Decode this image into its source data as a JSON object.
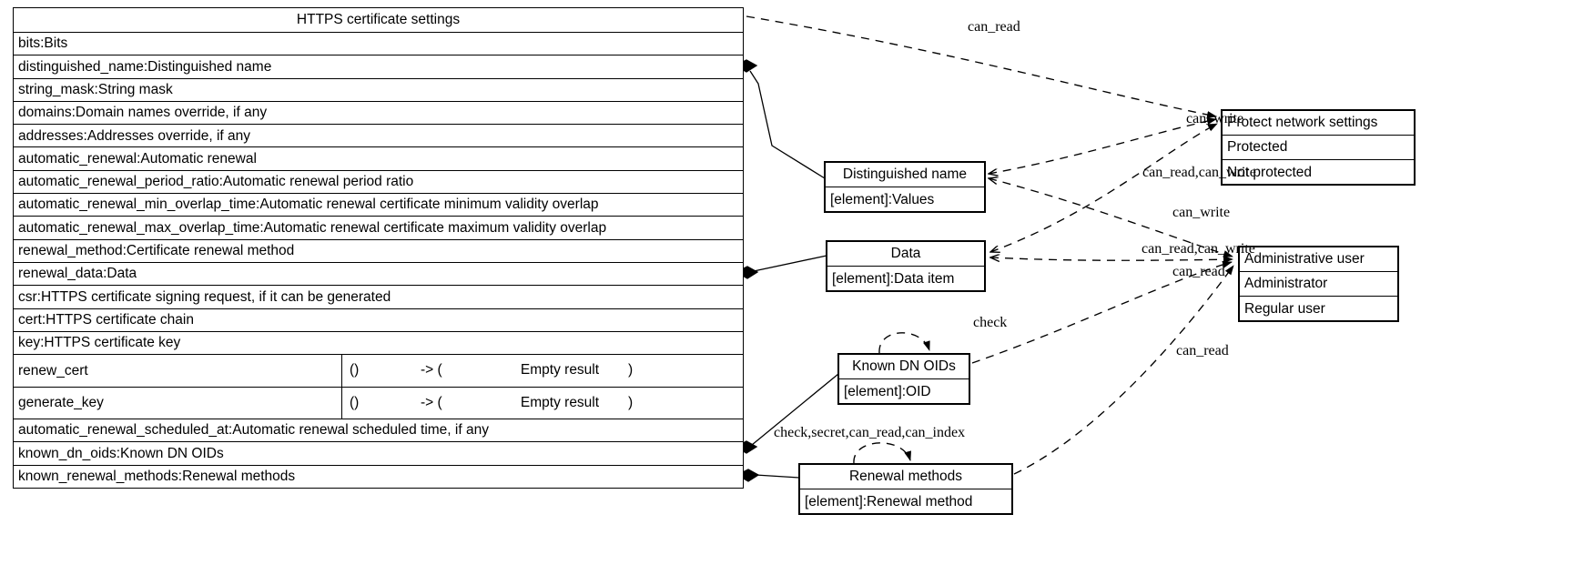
{
  "diagram": {
    "title_class": "HTTPS certificate settings",
    "main_class": {
      "name": "HTTPS certificate settings",
      "attributes": [
        "bits:Bits",
        "distinguished_name:Distinguished name",
        "string_mask:String mask",
        "domains:Domain names override, if any",
        "addresses:Addresses override, if any",
        "automatic_renewal:Automatic renewal",
        "automatic_renewal_period_ratio:Automatic renewal period ratio",
        "automatic_renewal_min_overlap_time:Automatic renewal certificate minimum validity overlap",
        "automatic_renewal_max_overlap_time:Automatic renewal certificate maximum validity overlap",
        "renewal_method:Certificate renewal method",
        "renewal_data:Data",
        "csr:HTTPS certificate signing request, if it can be generated",
        "cert:HTTPS certificate chain",
        "key:HTTPS certificate key"
      ],
      "operations": [
        {
          "name": "renew_cert",
          "args": "()",
          "arrow": "-> (",
          "result": "Empty result",
          "close": ")"
        },
        {
          "name": "generate_key",
          "args": "()",
          "arrow": "-> (",
          "result": "Empty result",
          "close": ")"
        }
      ],
      "attributes_tail": [
        "automatic_renewal_scheduled_at:Automatic renewal scheduled time, if any",
        "known_dn_oids:Known DN OIDs",
        "known_renewal_methods:Renewal methods"
      ]
    },
    "boxes": [
      {
        "id": "distinguished-name",
        "title": "Distinguished name",
        "rows": [
          "[element]:Values"
        ]
      },
      {
        "id": "data",
        "title": "Data",
        "rows": [
          "[element]:Data item"
        ]
      },
      {
        "id": "known-dn-oids",
        "title": "Known DN OIDs",
        "rows": [
          "[element]:OID"
        ]
      },
      {
        "id": "renewal-methods",
        "title": "Renewal methods",
        "rows": [
          "[element]:Renewal method"
        ]
      },
      {
        "id": "protect-network-settings",
        "title": "Protect network settings",
        "rows": [
          "Protected",
          "Not protected"
        ]
      },
      {
        "id": "administrative-user",
        "title": "Administrative user",
        "rows": [
          "Administrator",
          "Regular user"
        ]
      }
    ],
    "edge_labels": [
      {
        "id": "e1",
        "text": "can_read"
      },
      {
        "id": "e2",
        "text": "can_write"
      },
      {
        "id": "e3",
        "text": "can_read,can_write"
      },
      {
        "id": "e4",
        "text": "can_write"
      },
      {
        "id": "e5",
        "text": "can_read,can_write"
      },
      {
        "id": "e6",
        "text": "can_read"
      },
      {
        "id": "e7",
        "text": "can_read"
      },
      {
        "id": "e8",
        "text": "check"
      },
      {
        "id": "e9",
        "text": "check,secret,can_read,can_index"
      }
    ],
    "colors": {
      "stroke": "#000000",
      "background": "#ffffff"
    }
  }
}
